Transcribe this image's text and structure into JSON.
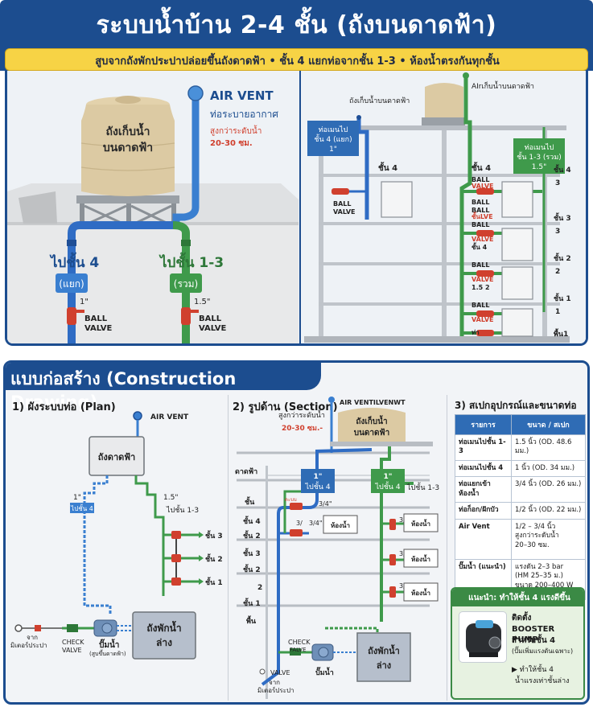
{
  "header": {
    "title": "ระบบน้ำบ้าน 2-4 ชั้น (ถังบนดาดฟ้า)",
    "subtitle": "สูบจากถังพักประปาปล่อยขึ้นถังดาดฟ้า  •  ชั้น 4 แยกท่อจากชั้น 1-3  •  ห้องน้ำตรงกันทุกชั้น"
  },
  "colors": {
    "navy": "#1c4d8f",
    "yellow": "#f7d345",
    "blue_pipe": "#2f6cc4",
    "green_pipe": "#3f9a4b",
    "valve_red": "#d0402e",
    "tank_beige": "#dccaa3",
    "note_red": "#d0402e"
  },
  "rooftop_view": {
    "tank_label_1": "ถังเก็บน้ำ",
    "tank_label_2": "บนดาดฟ้า",
    "air_vent_title": "AIR VENT",
    "air_vent_sub": "ท่อระบายอากาศ",
    "air_vent_note_1": "สูงกว่าระดับน้ำ",
    "air_vent_note_2": "20-30 ซม.",
    "left_pipe_label": "ไปชั้น 4",
    "left_pipe_tag": "(แยก)",
    "left_pipe_size": "1\"",
    "right_pipe_label": "ไปชั้น 1-3",
    "right_pipe_tag": "(รวม)",
    "right_pipe_size": "1.5\"",
    "valve_1": "BALL",
    "valve_2": "VALVE"
  },
  "building_view": {
    "tank_label": "ถังเก็บน้ำบนดาดฟ้า",
    "vent_label": "AIrเก็บน้ำบนดาดฟ้า",
    "left_box": [
      "ท่อเมนไป",
      "ชั้น 4 (แยก)",
      "1\""
    ],
    "right_box": [
      "ท่อเมนไป",
      "ชั้น 1-3 (รวม)",
      "1.5\""
    ],
    "floor4_left": "ชั้น 4",
    "floor4_mid": "ชั้น 4",
    "right_floor_labels": [
      "ชั้น 4",
      "3",
      "ชั้น 3",
      "3",
      "ชั้น 2",
      "2",
      "ชั้น 1",
      "1",
      "พื้น1"
    ],
    "valve_labels": [
      {
        "a": "BALL",
        "b": "VALVE",
        "c": "BALL"
      },
      {
        "a": "BALL",
        "b": "ชั้นLVE",
        "c": ""
      },
      {
        "a": "BALL",
        "b": "VALVE",
        "c": "ชั้น 4"
      },
      {
        "a": "BALL",
        "b": "VALVE",
        "c": "1.5 2"
      },
      {
        "a": "BALL",
        "b": "VALVE",
        "c": "ท่า"
      }
    ],
    "left_valve_1": "BALL",
    "left_valve_2": "VALVE"
  },
  "construction": {
    "title": "แบบก่อสร้าง (Construction Drawing)",
    "plan": {
      "heading": "1) ผังระบบท่อ (Plan)",
      "air_vent": "AIR VENT",
      "roof_tank": "ถังดาดฟ้า",
      "size_left": "1\"",
      "tag_left": "ไปชั้น 4",
      "size_right": "1.5\"",
      "tag_right": "ไปชั้น 1-3",
      "floors": [
        "ชั้น 3",
        "ชั้น 2",
        "ชั้น 1"
      ],
      "meter_1": "จาก",
      "meter_2": "มิเตอร์ประปา",
      "check_1": "CHECK",
      "check_2": "VALVE",
      "pump": "ปั๊มน้ำ",
      "pump_sub": "(สูบขึ้นดาดฟ้า)",
      "lower_tank_1": "ถังพักน้ำ",
      "lower_tank_2": "ล่าง"
    },
    "section": {
      "heading": "2) รูปด้าน (Section)",
      "air_vent": "AIR VENTILVENWT",
      "note_1": "สูงกว่าระดับน้ำ",
      "note_2": "20-30 ซม.-",
      "tank_1": "ถังเก็บน้ำ",
      "tank_2": "บนดาดฟ้า",
      "left_labels": [
        "ดาดฟ้า",
        "ชั้น",
        "ชั้น 4",
        "ชั้น 2",
        "ชั้น 3",
        "ชั้น 2",
        "2",
        "ชั้น 1",
        "พื้น"
      ],
      "blue_box": [
        "1\"",
        "ไปชั้น 4"
      ],
      "green_box": [
        "1\"",
        "ไปชั้น 4"
      ],
      "green_side": "ไปชั้น 1-3",
      "branch_size": "3/4\"",
      "branch_small": "3/",
      "bathroom": "ห้องน้ำ",
      "valve_small": "ดะบบ",
      "check_1": "CHECK",
      "check_2": "FALVE",
      "valve": "VALVE",
      "meter_1": "จาก",
      "meter_2": "มิเตอร์ประปา",
      "pump": "ปั๊มน้ำ",
      "lower_tank_1": "ถังพักน้ำ",
      "lower_tank_2": "ล่าง"
    },
    "spec": {
      "heading": "3) สเปกอุปกรณ์และขนาดท่อ",
      "columns": [
        "รายการ",
        "ขนาด / สเปก"
      ],
      "rows": [
        {
          "item": "ท่อเมนไปชั้น 1-3",
          "spec": "1.5 นิ้ว (OD. 48.6 มม.)"
        },
        {
          "item": "ท่อเมนไปชั้น 4",
          "spec": "1 นิ้ว (OD. 34 มม.)"
        },
        {
          "item": "ท่อแยกเข้าห้องน้ำ",
          "spec": "3/4 นิ้ว (OD. 26 มม.)"
        },
        {
          "item": "ท่อก็อก/ฝักบัว",
          "spec": "1/2 นิ้ว (OD. 22 มม.)"
        },
        {
          "item": "Air Vent",
          "spec": "1/2 – 3/4 นิ้ว\nสูงกว่าระดับน้ำ\n20–30 ซม."
        },
        {
          "item": "ปั๊มน้ำ (แนะนำ)",
          "spec": "แรงดัน 2–3 bar\n(HM 25–35 ม.)\nขนาด 200–400 W"
        }
      ]
    },
    "recommend": {
      "heading": "แนะนำ: ทำให้ชั้น 4 แรงดีขึ้น",
      "line1": "ติดตั้ง",
      "line2": "BOOSTER PUMP",
      "line3": "สำหรับชั้น 4",
      "line4": "(ปั๊มเพิ่มแรงดันเฉพาะ)",
      "bullet_1": "▶ ทำให้ชั้น 4",
      "bullet_2": "น้ำแรงเท่าชั้นล่าง"
    }
  }
}
